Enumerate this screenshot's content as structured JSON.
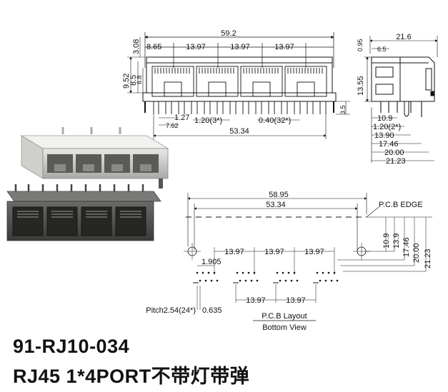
{
  "title": {
    "part_no": "91-RJ10-034",
    "description": "RJ45 1*4PORT不带灯带弹"
  },
  "front_view": {
    "overall_width": "59.2",
    "top_margin": "3.08",
    "left_offset": "8.65",
    "pitches": [
      "13.97",
      "13.97",
      "13.97"
    ],
    "height_total": "9.52",
    "height_mid": "8.5",
    "height_low": "6.8",
    "pin_len": "3.5",
    "pin_spacing_a": "1.27",
    "pin_spacing_b": "7.62",
    "pitch_note": "1.20(3*)",
    "pin_dia_note": "0.40(32*)",
    "pin_span": "53.34"
  },
  "side_view": {
    "top_gap": "0.95",
    "depth": "21.6",
    "offset": "6.5",
    "height": "13.55",
    "dims": [
      "10.9",
      "1.20(2*)",
      "13.90",
      "17.46",
      "20.00",
      "21.23"
    ]
  },
  "pcb_layout": {
    "overall": "58.95",
    "span": "53.34",
    "edge_label": "P.C.B EDGE",
    "pitch_top": [
      "13.97",
      "13.97",
      "13.97"
    ],
    "pitch_bottom": [
      "13.97",
      "13.97"
    ],
    "offset": "1.905",
    "pitch_note": "Pitch2.54(24*)",
    "offset2": "0.635",
    "right_dims": [
      "10.9",
      "13.9",
      "17.46",
      "20.00",
      "21.23"
    ],
    "layout_label": "P.C.B Layout",
    "view_label": "Bottom View"
  }
}
